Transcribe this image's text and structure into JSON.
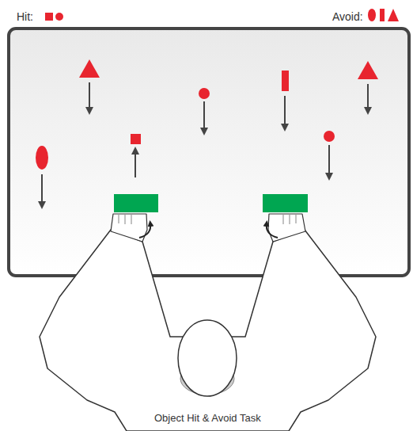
{
  "diagram": {
    "caption": "Object Hit & Avoid Task",
    "legend": [
      {
        "text": "Hit:"
      },
      {
        "text": "Avoid:"
      }
    ]
  }
}
